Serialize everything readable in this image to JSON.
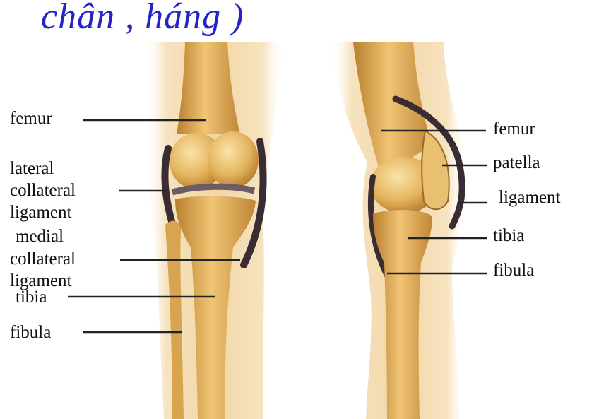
{
  "title": "chân , háng )",
  "left_labels": {
    "femur": "femur",
    "lateral_collateral_ligament": [
      "lateral",
      "collateral",
      "ligament"
    ],
    "medial_collateral_ligament": [
      "medial",
      "collateral",
      "ligament"
    ],
    "tibia": "tibia",
    "fibula": "fibula"
  },
  "right_labels": {
    "femur": "femur",
    "patella": "patella",
    "ligament": "ligament",
    "tibia": "tibia",
    "fibula": "fibula"
  },
  "colors": {
    "title": "#2323c8",
    "bone": "#e3b25c",
    "bone_dark": "#b9802f",
    "skin": "#f4dfba",
    "ligament": "#3a2c33",
    "label_line": "#222222"
  }
}
